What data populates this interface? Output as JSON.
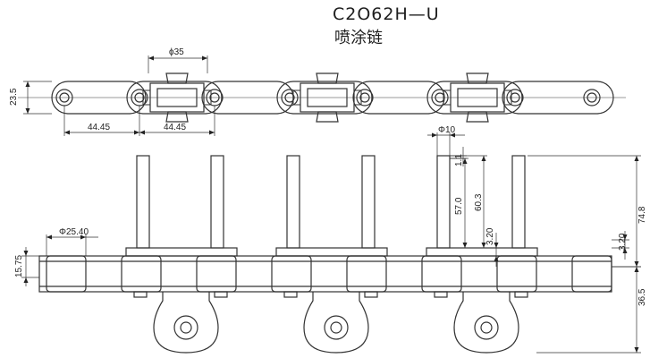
{
  "title": {
    "model": "C2O62H—U",
    "subtitle": "喷涂链"
  },
  "dimensions": {
    "pin_diameter_35": "ϕ35",
    "link_height": "23.5",
    "pitch_left": "44.45",
    "pitch_right": "44.45",
    "pin_diameter_10": "Φ10",
    "d_1_1": "1.1",
    "d_57_0": "57.0",
    "d_60_3": "60.3",
    "d_3_20_mid": "3.20",
    "roller_diameter": "Φ25.40",
    "plate_width": "15.75",
    "d_74_8": "74.8",
    "d_3_20_right": "3.20",
    "d_36_5": "36.5"
  }
}
